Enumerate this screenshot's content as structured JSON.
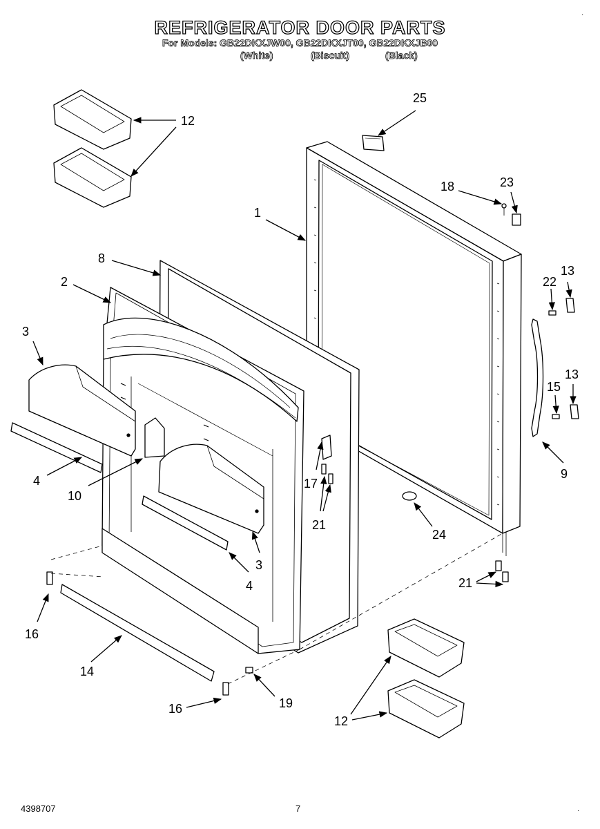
{
  "header": {
    "title": "REFRIGERATOR DOOR PARTS",
    "models": "For Models: GB22DKXJW00, GB22DKXJT00, GB22DKXJB00",
    "colors": [
      "(White)",
      "(Biscuit)",
      "(Black)"
    ]
  },
  "callouts": {
    "c1": "1",
    "c2": "2",
    "c3a": "3",
    "c3b": "3",
    "c4a": "4",
    "c4b": "4",
    "c8": "8",
    "c9": "9",
    "c10": "10",
    "c12a": "12",
    "c12b": "12",
    "c13a": "13",
    "c13b": "13",
    "c14": "14",
    "c15": "15",
    "c16a": "16",
    "c16b": "16",
    "c17": "17",
    "c18": "18",
    "c19": "19",
    "c21a": "21",
    "c21b": "21",
    "c22": "22",
    "c23": "23",
    "c24": "24",
    "c25": "25"
  },
  "footer": {
    "doc_number": "4398707",
    "page_number": "7"
  },
  "colors": {
    "line": "#000000",
    "fill": "#ffffff"
  }
}
